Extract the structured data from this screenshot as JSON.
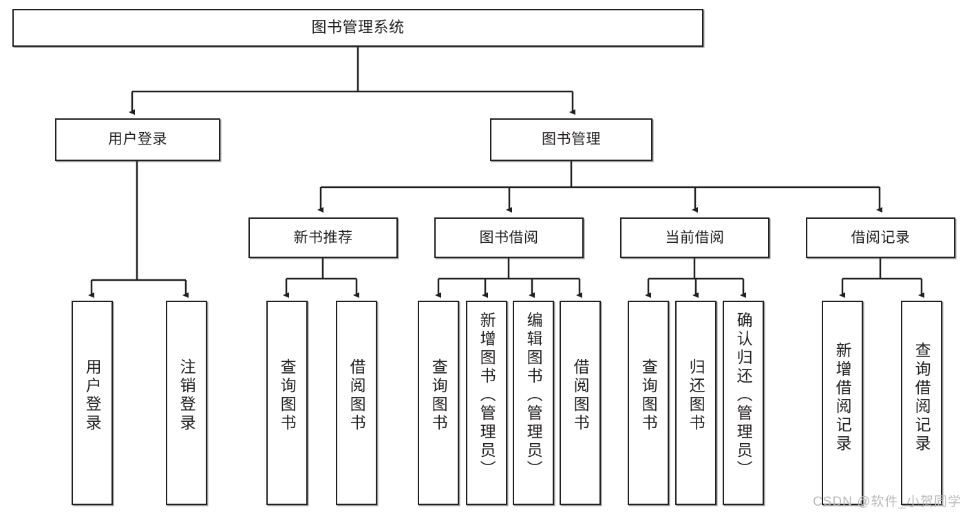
{
  "diagram": {
    "type": "tree-hierarchy-flowchart",
    "title": "图书管理系统",
    "colors": {
      "stroke": "#231f20",
      "fill": "#ffffff",
      "background": "#ffffff",
      "watermark": "#b9b9b9"
    },
    "root": {
      "id": "root",
      "label": "图书管理系统"
    },
    "level1": [
      {
        "id": "user-login",
        "label": "用户登录"
      },
      {
        "id": "book-manage",
        "label": "图书管理"
      }
    ],
    "level2": [
      {
        "id": "new-book-rec",
        "label": "新书推荐",
        "parent": "book-manage"
      },
      {
        "id": "book-borrow",
        "label": "图书借阅",
        "parent": "book-manage"
      },
      {
        "id": "current-borrow",
        "label": "当前借阅",
        "parent": "book-manage"
      },
      {
        "id": "borrow-record",
        "label": "借阅记录",
        "parent": "book-manage"
      }
    ],
    "leaves": [
      {
        "id": "leaf-user-login",
        "label": "用户登录",
        "parent": "user-login"
      },
      {
        "id": "leaf-logout",
        "label": "注销登录",
        "parent": "user-login"
      },
      {
        "id": "leaf-query-book-1",
        "label": "查询图书",
        "parent": "new-book-rec"
      },
      {
        "id": "leaf-borrow-book-1",
        "label": "借阅图书",
        "parent": "new-book-rec"
      },
      {
        "id": "leaf-query-book-2",
        "label": "查询图书",
        "parent": "book-borrow"
      },
      {
        "id": "leaf-add-book",
        "label": "新增图书（管理员）",
        "parent": "book-borrow"
      },
      {
        "id": "leaf-edit-book",
        "label": "编辑图书（管理员）",
        "parent": "book-borrow"
      },
      {
        "id": "leaf-borrow-book-2",
        "label": "借阅图书",
        "parent": "book-borrow"
      },
      {
        "id": "leaf-query-book-3",
        "label": "查询图书",
        "parent": "current-borrow"
      },
      {
        "id": "leaf-return-book",
        "label": "归还图书",
        "parent": "current-borrow"
      },
      {
        "id": "leaf-confirm-return",
        "label": "确认归还（管理员）",
        "parent": "current-borrow"
      },
      {
        "id": "leaf-add-record",
        "label": "新增借阅记录",
        "parent": "borrow-record"
      },
      {
        "id": "leaf-query-record",
        "label": "查询借阅记录",
        "parent": "borrow-record"
      }
    ]
  },
  "watermark": {
    "text": "CSDN @软件_小贺同学"
  }
}
